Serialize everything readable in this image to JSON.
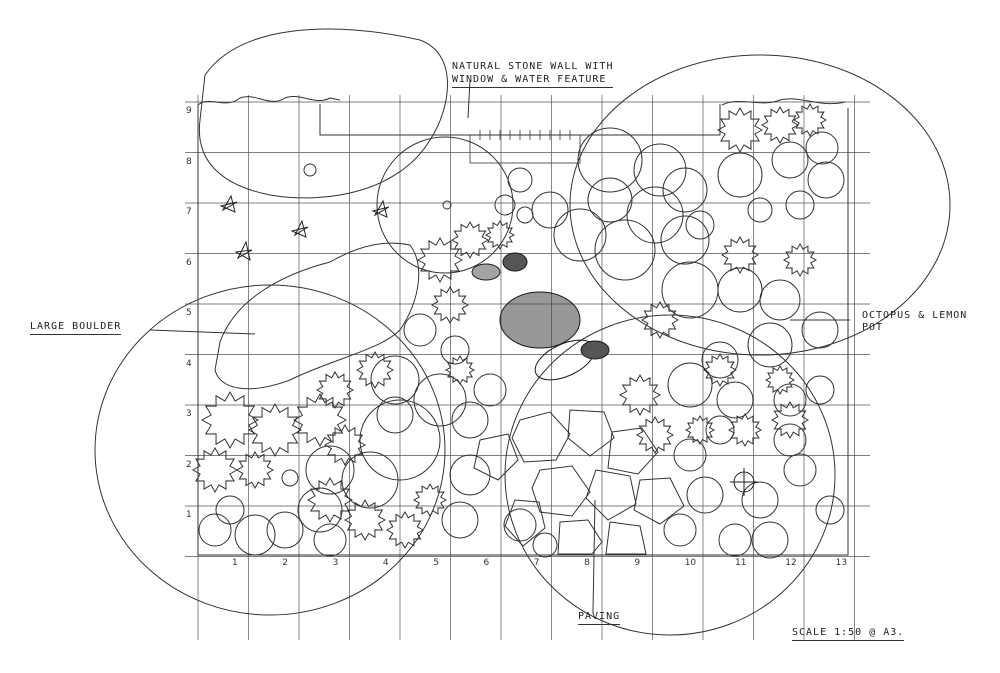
{
  "drawing": {
    "notes": {
      "wall": {
        "line1": "NATURAL STONE WALL WITH",
        "line2": "WINDOW & WATER FEATURE"
      },
      "boulder": "LARGE BOULDER",
      "pot": {
        "line1": "OCTOPUS & LEMON",
        "line2": "POT"
      },
      "paving": "PAVING",
      "scale": "SCALE 1:50 @ A3."
    },
    "grid": {
      "columns": [
        "1",
        "2",
        "3",
        "4",
        "5",
        "6",
        "7",
        "8",
        "9",
        "10",
        "11",
        "12",
        "13"
      ],
      "rows": [
        "9",
        "8",
        "7",
        "6",
        "5",
        "4",
        "3",
        "2",
        "1"
      ]
    }
  },
  "colors": {
    "ink": "#2b2b2b",
    "paper": "#ffffff",
    "shade": "#1a1a1a"
  }
}
